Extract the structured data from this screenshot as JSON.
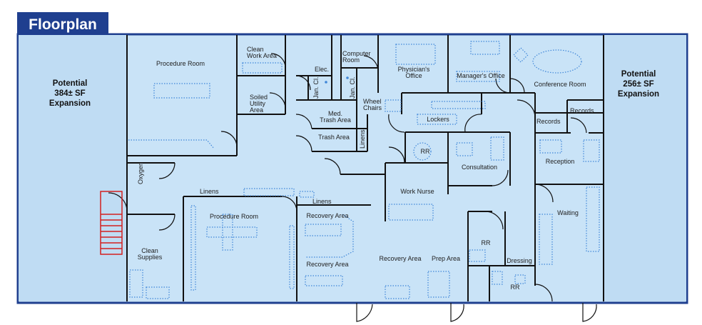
{
  "header": {
    "title": "Floorplan"
  },
  "expansions": {
    "left": [
      "Potential",
      "384± SF",
      "Expansion"
    ],
    "right": [
      "Potential",
      "256± SF",
      "Expansion"
    ]
  },
  "rooms": {
    "procedure_room_top": "Procedure Room",
    "clean_work_area": [
      "Clean",
      "Work Area"
    ],
    "soiled_utility_area": [
      "Soiled",
      "Utility",
      "Area"
    ],
    "elec": "Elec.",
    "jan_cl_1": "Jan. Cl.",
    "jan_cl_2": "Jan. Cl.",
    "computer_room": [
      "Computer",
      "Room"
    ],
    "physicians_office": [
      "Physician's",
      "Office"
    ],
    "managers_office": "Manager's Office",
    "conference_room": "Conference Room",
    "med_trash_area": [
      "Med.",
      "Trash Area"
    ],
    "wheel_chairs": [
      "Wheel",
      "Chairs"
    ],
    "trash_area": "Trash Area",
    "linens_vertical": "Linens",
    "lockers": "Lockers",
    "records_1": "Records",
    "records_2": "Records",
    "rr_1": "RR",
    "consultation": "Consultation",
    "reception": "Reception",
    "oxygen": "Oxygen",
    "linens_1": "Linens",
    "linens_2": "Linens",
    "work_nurse": "Work Nurse",
    "procedure_room_bottom": "Procedure Room",
    "recovery_area_1": "Recovery Area",
    "recovery_area_2": "Recovery Area",
    "recovery_area_3": "Recovery Area",
    "prep_area": "Prep Area",
    "rr_2": "RR",
    "dressing": "Dressing",
    "rr_3": "RR",
    "waiting": "Waiting",
    "clean_supplies": [
      "Clean",
      "Supplies"
    ]
  },
  "colors": {
    "header_bg": "#1f3f8f",
    "floor_fill": "#c9e3f7",
    "expansion_fill": "#bfdcf3",
    "outline": "#1f3f8f",
    "furniture": "#3f86d8",
    "stair": "#d42020"
  }
}
